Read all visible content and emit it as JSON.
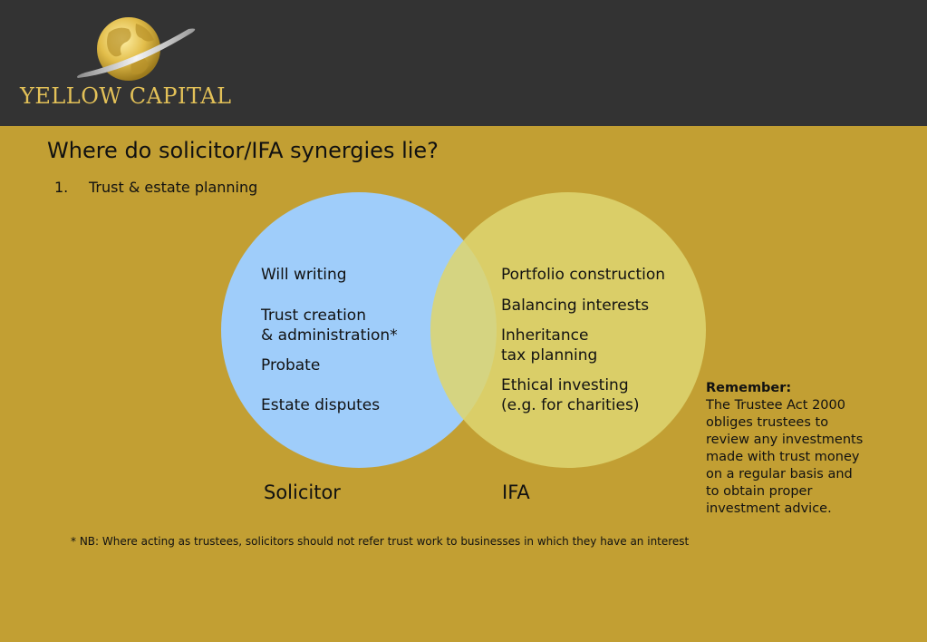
{
  "brand": {
    "name": "YELLOW CAPITAL",
    "logo_icon": "globe-icon",
    "colors": {
      "header": "#333333",
      "background": "#c29f33",
      "brand_gold": "#e3c158",
      "solicitor_circle": "#9fcdfa",
      "ifa_circle": "#ddd56f"
    }
  },
  "slide": {
    "title": "Where do solicitor/IFA synergies lie?",
    "list_number": "1.",
    "list_item": "Trust & estate planning"
  },
  "solicitor": {
    "label": "Solicitor",
    "items": [
      "Will writing",
      "Trust creation",
      "& administration*",
      "Probate",
      "Estate disputes"
    ]
  },
  "ifa": {
    "label": "IFA",
    "items": [
      "Portfolio construction",
      "Balancing interests",
      "Inheritance",
      "tax planning",
      "Ethical investing",
      "(e.g. for charities)"
    ]
  },
  "remember": {
    "heading": "Remember:",
    "lines": [
      "The Trustee Act 2000",
      "obliges trustees to",
      "review any investments",
      "made with trust money",
      "on a regular basis and",
      "to obtain proper",
      "investment advice."
    ]
  },
  "footnote": "* NB: Where acting as trustees, solicitors  should not refer trust work to businesses in which they have an interest"
}
